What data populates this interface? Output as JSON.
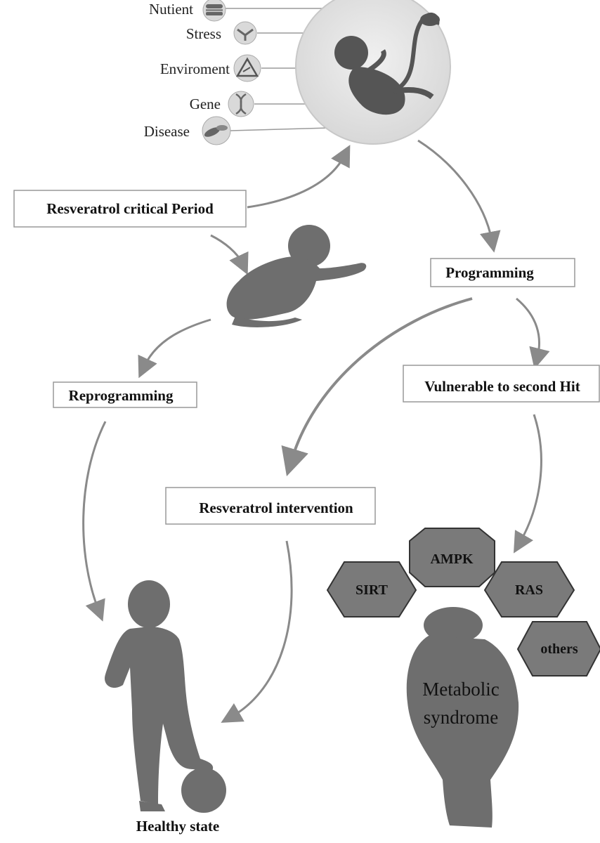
{
  "factors": [
    {
      "label": "Nutient",
      "icon": "burger-icon"
    },
    {
      "label": "Stress",
      "icon": "stress-icon"
    },
    {
      "label": "Enviroment",
      "icon": "warning-icon"
    },
    {
      "label": "Gene",
      "icon": "dna-icon"
    },
    {
      "label": "Disease",
      "icon": "pills-icon"
    }
  ],
  "boxes": {
    "critical_period": "Resveratrol critical Period",
    "programming": "Programming",
    "reprogramming": "Reprogramming",
    "vulnerable": "Vulnerable to second Hit",
    "intervention": "Resveratrol intervention"
  },
  "pathways": [
    "AMPK",
    "SIRT",
    "RAS",
    "others"
  ],
  "metabolic": {
    "line1": "Metabolic",
    "line2": "syndrome"
  },
  "healthy_state": "Healthy state",
  "colors": {
    "silhouette": "#6e6e6e",
    "hexagon": "#7a7a7a",
    "arrow": "#8a8a8a",
    "circle": "#e3e3e3"
  }
}
